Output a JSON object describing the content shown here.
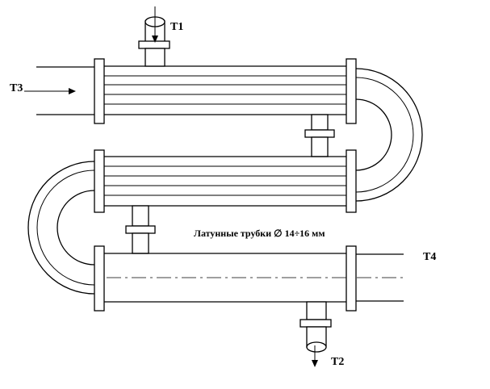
{
  "labels": {
    "t1": "T1",
    "t2": "T2",
    "t3": "T3",
    "t4": "T4",
    "caption": "Латунные трубки ∅ 14÷16 мм"
  }
}
